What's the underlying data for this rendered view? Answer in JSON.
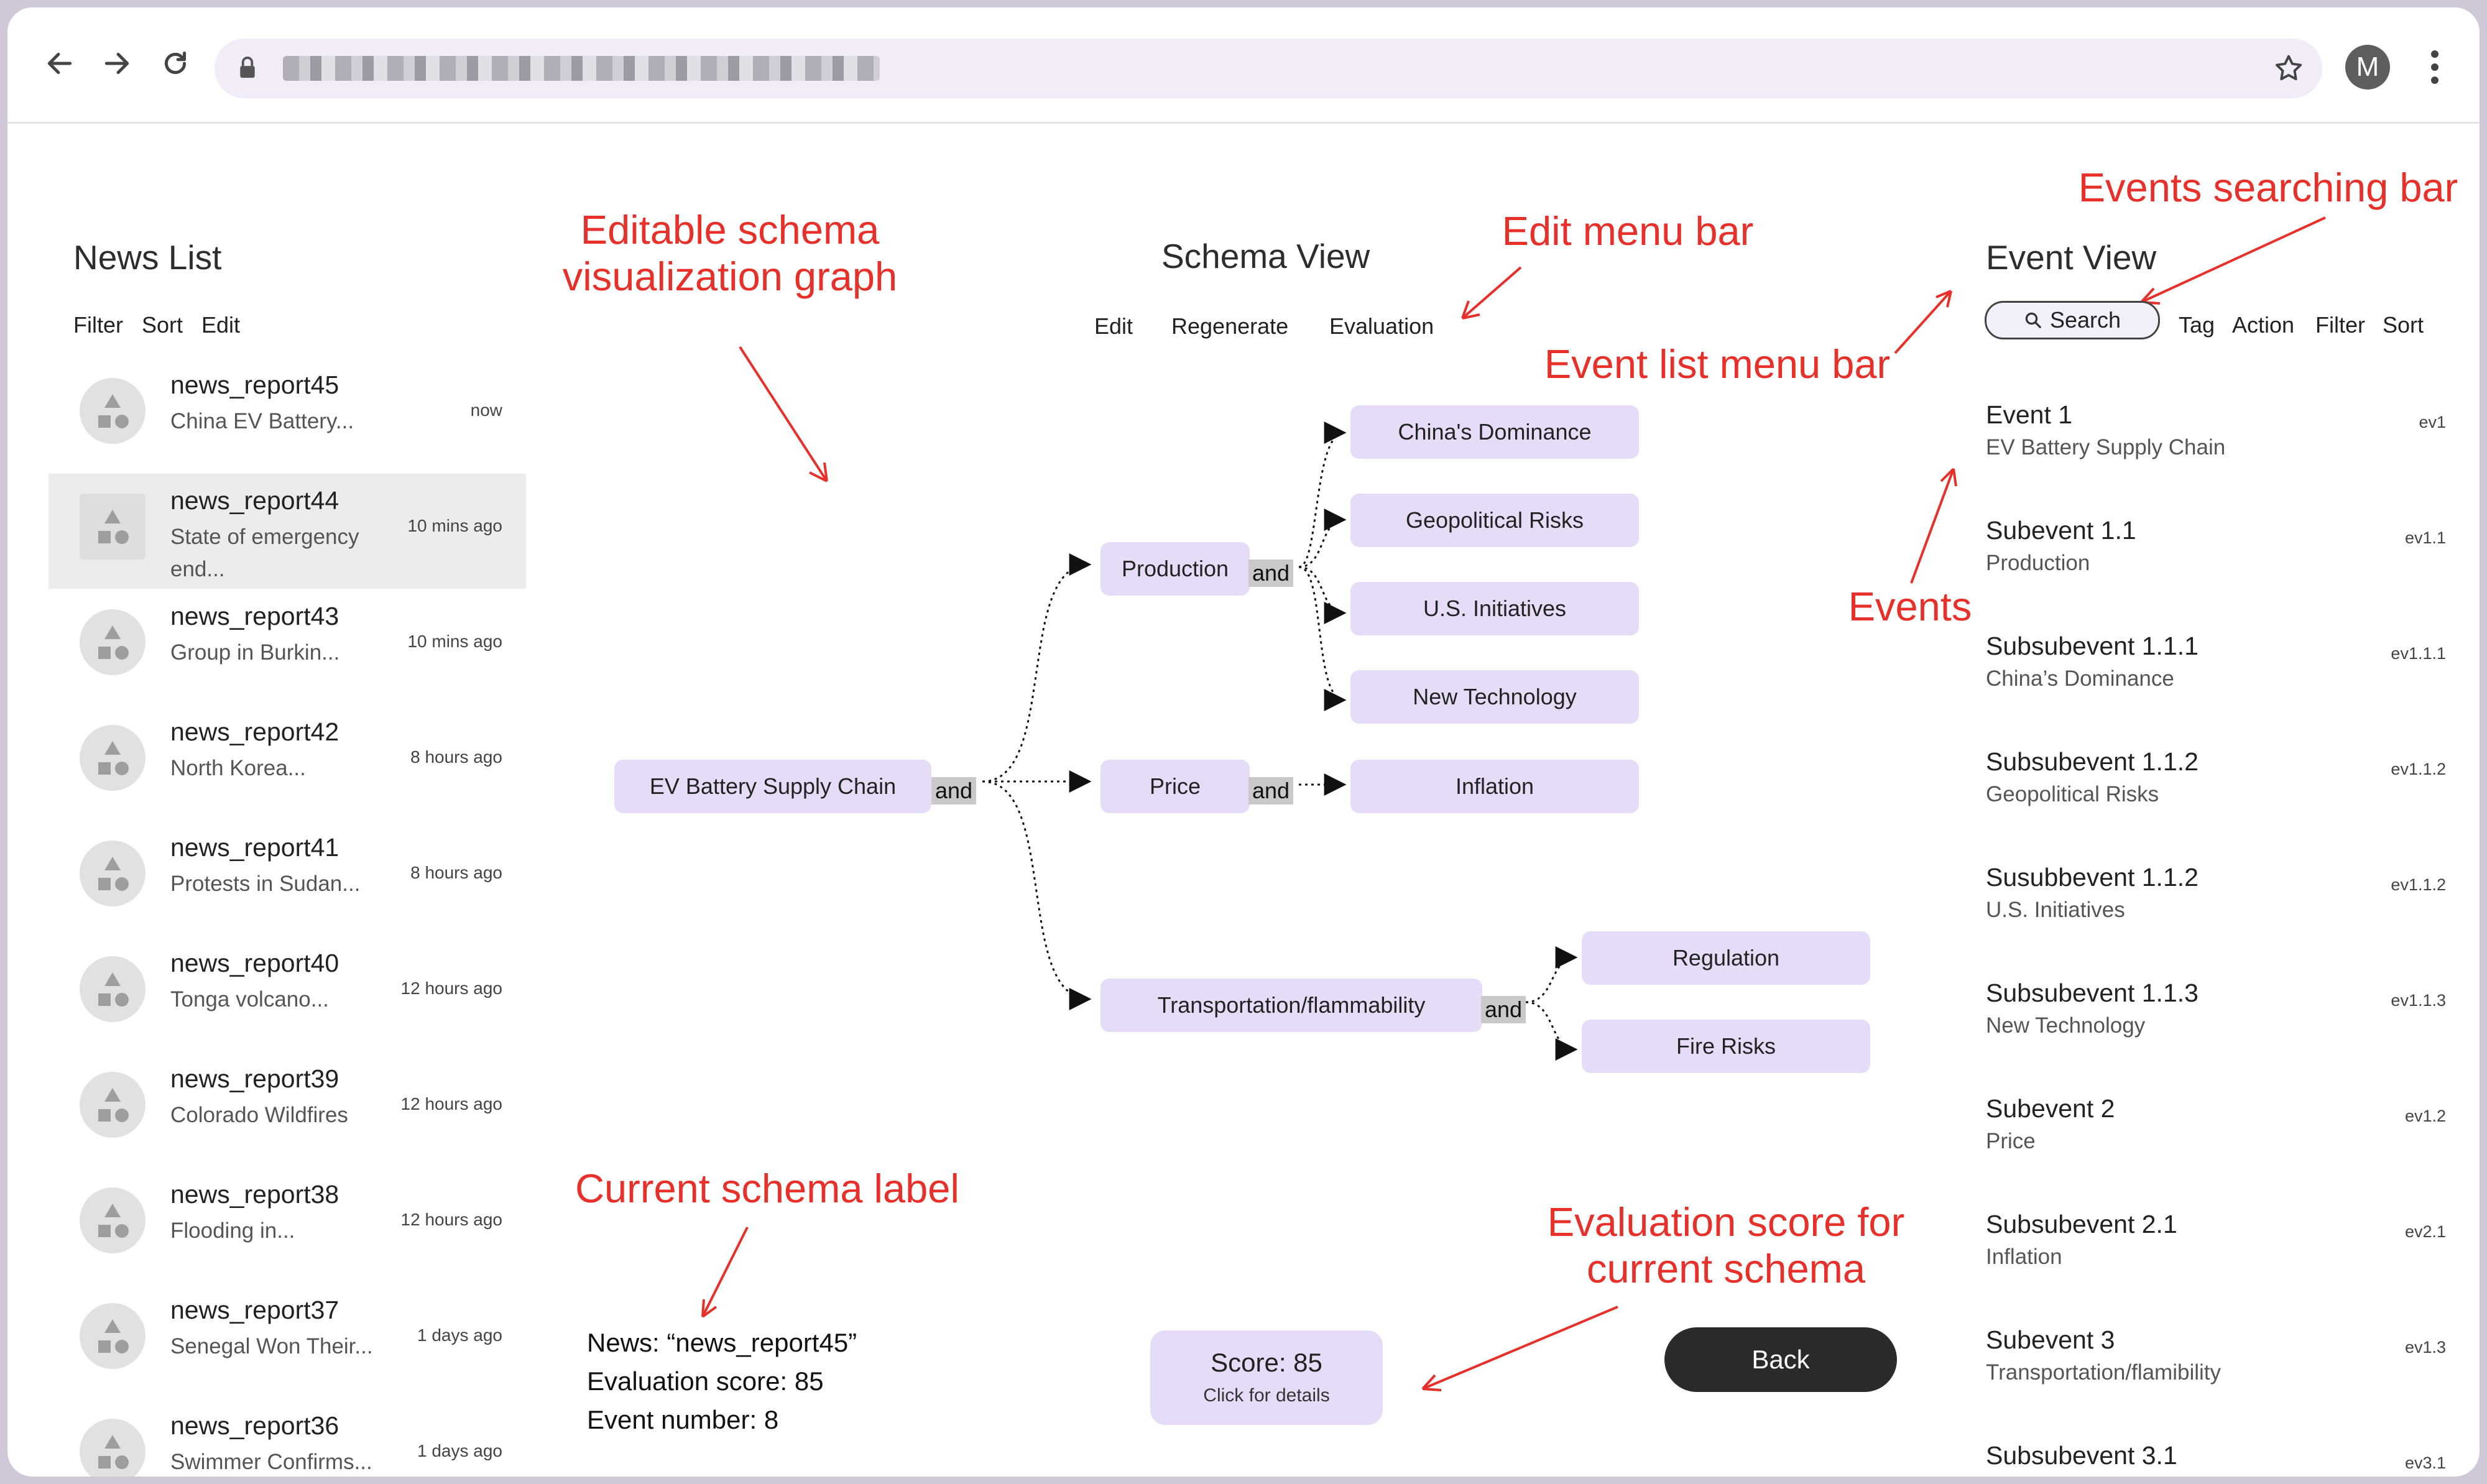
{
  "browser": {
    "profile_initial": "M"
  },
  "news_list": {
    "title": "News List",
    "menu": [
      "Filter",
      "Sort",
      "Edit"
    ],
    "items": [
      {
        "title": "news_report45",
        "subtitle": "China EV Battery...",
        "time": "now"
      },
      {
        "title": "news_report44",
        "subtitle": "State of emergency end...",
        "time": "10 mins ago"
      },
      {
        "title": "news_report43",
        "subtitle": "Group in Burkin...",
        "time": "10 mins ago"
      },
      {
        "title": "news_report42",
        "subtitle": "North Korea...",
        "time": "8 hours ago"
      },
      {
        "title": "news_report41",
        "subtitle": "Protests in Sudan...",
        "time": "8 hours ago"
      },
      {
        "title": "news_report40",
        "subtitle": "Tonga volcano...",
        "time": "12 hours ago"
      },
      {
        "title": "news_report39",
        "subtitle": "Colorado Wildfires",
        "time": "12 hours ago"
      },
      {
        "title": "news_report38",
        "subtitle": "Flooding in...",
        "time": "12 hours ago"
      },
      {
        "title": "news_report37",
        "subtitle": "Senegal Won Their...",
        "time": "1 days ago"
      },
      {
        "title": "news_report36",
        "subtitle": "Swimmer Confirms...",
        "time": "1 days ago"
      }
    ]
  },
  "schema_view": {
    "title": "Schema View",
    "menu": [
      "Edit",
      "Regenerate",
      "Evaluation"
    ],
    "nodes": {
      "root": "EV Battery Supply Chain",
      "production": "Production",
      "price": "Price",
      "transport": "Transportation/flammability",
      "china": "China's Dominance",
      "geo": "Geopolitical Risks",
      "us": "U.S. Initiatives",
      "tech": "New Technology",
      "inflation": "Inflation",
      "regulation": "Regulation",
      "fire": "Fire Risks"
    },
    "and_label": "and",
    "current_schema": {
      "news": "News: “news_report45”",
      "score": "Evaluation score: 85",
      "event_number": "Event number: 8"
    },
    "score_card": {
      "score": "Score: 85",
      "hint": "Click for details"
    },
    "back_label": "Back"
  },
  "event_view": {
    "title": "Event View",
    "search_label": "Search",
    "menu": [
      "Tag",
      "Action",
      "Filter",
      "Sort"
    ],
    "events": [
      {
        "title": "Event 1",
        "subtitle": "EV Battery Supply Chain",
        "id": "ev1"
      },
      {
        "title": "Subevent 1.1",
        "subtitle": "Production",
        "id": "ev1.1"
      },
      {
        "title": "Subsubevent 1.1.1",
        "subtitle": "China’s Dominance",
        "id": "ev1.1.1"
      },
      {
        "title": "Subsubevent 1.1.2",
        "subtitle": "Geopolitical Risks",
        "id": "ev1.1.2"
      },
      {
        "title": "Susubbevent 1.1.2",
        "subtitle": "U.S. Initiatives",
        "id": "ev1.1.2"
      },
      {
        "title": "Subsubevent 1.1.3",
        "subtitle": "New Technology",
        "id": "ev1.1.3"
      },
      {
        "title": "Subevent 2",
        "subtitle": "Price",
        "id": "ev1.2"
      },
      {
        "title": "Subsubevent 2.1",
        "subtitle": "Inflation",
        "id": "ev2.1"
      },
      {
        "title": "Subevent 3",
        "subtitle": "Transportation/flamibility",
        "id": "ev1.3"
      },
      {
        "title": "Subsubevent 3.1",
        "subtitle": "",
        "id": "ev3.1"
      }
    ]
  },
  "annotations": {
    "graph": "Editable schema visualization graph",
    "edit_menu": "Edit menu bar",
    "event_list_menu": "Event list menu bar",
    "events_search": "Events searching bar",
    "events": "Events",
    "current_label": "Current schema label",
    "eval_score": "Evaluation score for current schema"
  },
  "colors": {
    "annotation": "#e8302a",
    "node_fill": "#e6dcf8",
    "and_fill": "#c9c9c9"
  }
}
